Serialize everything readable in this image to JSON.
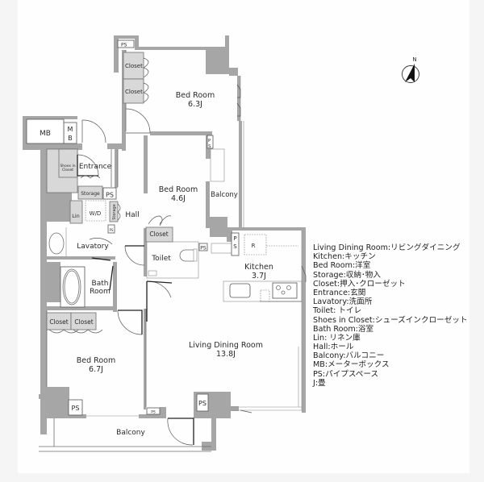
{
  "rooms": {
    "bed_room_1": {
      "name": "Bed Room",
      "size": "6.3J"
    },
    "bed_room_2": {
      "name": "Bed Room",
      "size": "4.6J"
    },
    "bed_room_3": {
      "name": "Bed Room",
      "size": "6.7J"
    },
    "kitchen": {
      "name": "Kitchen",
      "size": "3.7J"
    },
    "ldr": {
      "name": "Living Dining Room",
      "size": "13.8J"
    },
    "entrance": "Entrance",
    "hall": "Hall",
    "lavatory": "Lavatory",
    "bath_room": [
      "Bath",
      "Room"
    ],
    "toilet": "Toilet",
    "balcony_side": "Balcony",
    "balcony_main": "Balcony",
    "mb": "MB",
    "mb_small": [
      "M",
      "B"
    ],
    "shoes_in_closet": [
      "Shoes in",
      "Closet"
    ],
    "storage": "Storage",
    "storage_vertical": "Storage",
    "lin": "Lin",
    "wd": "W/D",
    "refrigerator": "R",
    "closet": "Closet",
    "ps": "PS",
    "ps_vertical": [
      "P",
      "S"
    ]
  },
  "compass": {
    "north_label": "N",
    "icon": "north-arrow-icon"
  },
  "legend": [
    "Living Dining Room:リビングダイニング",
    "Kitchen:キッチン",
    "Bed Room:洋室",
    "Storage:収納･物入",
    "Closet:押入･クローゼット",
    "Entrance:玄関",
    "Lavatory:洗面所",
    "Toilet: トイレ",
    "Shoes in Closet:シューズインクローゼット",
    "Bath Room:浴室",
    "Lin: リネン庫",
    "Hall:ホール",
    "Balcony:バルコニー",
    "MB:メーターボックス",
    "PS:パイプスペース",
    "J:畳"
  ],
  "colors": {
    "wall": "#a6a6a6",
    "closet_fill": "#d8d8d8",
    "line": "#6e6e6e",
    "background": "#f5f5f5",
    "card": "#fefefe"
  }
}
